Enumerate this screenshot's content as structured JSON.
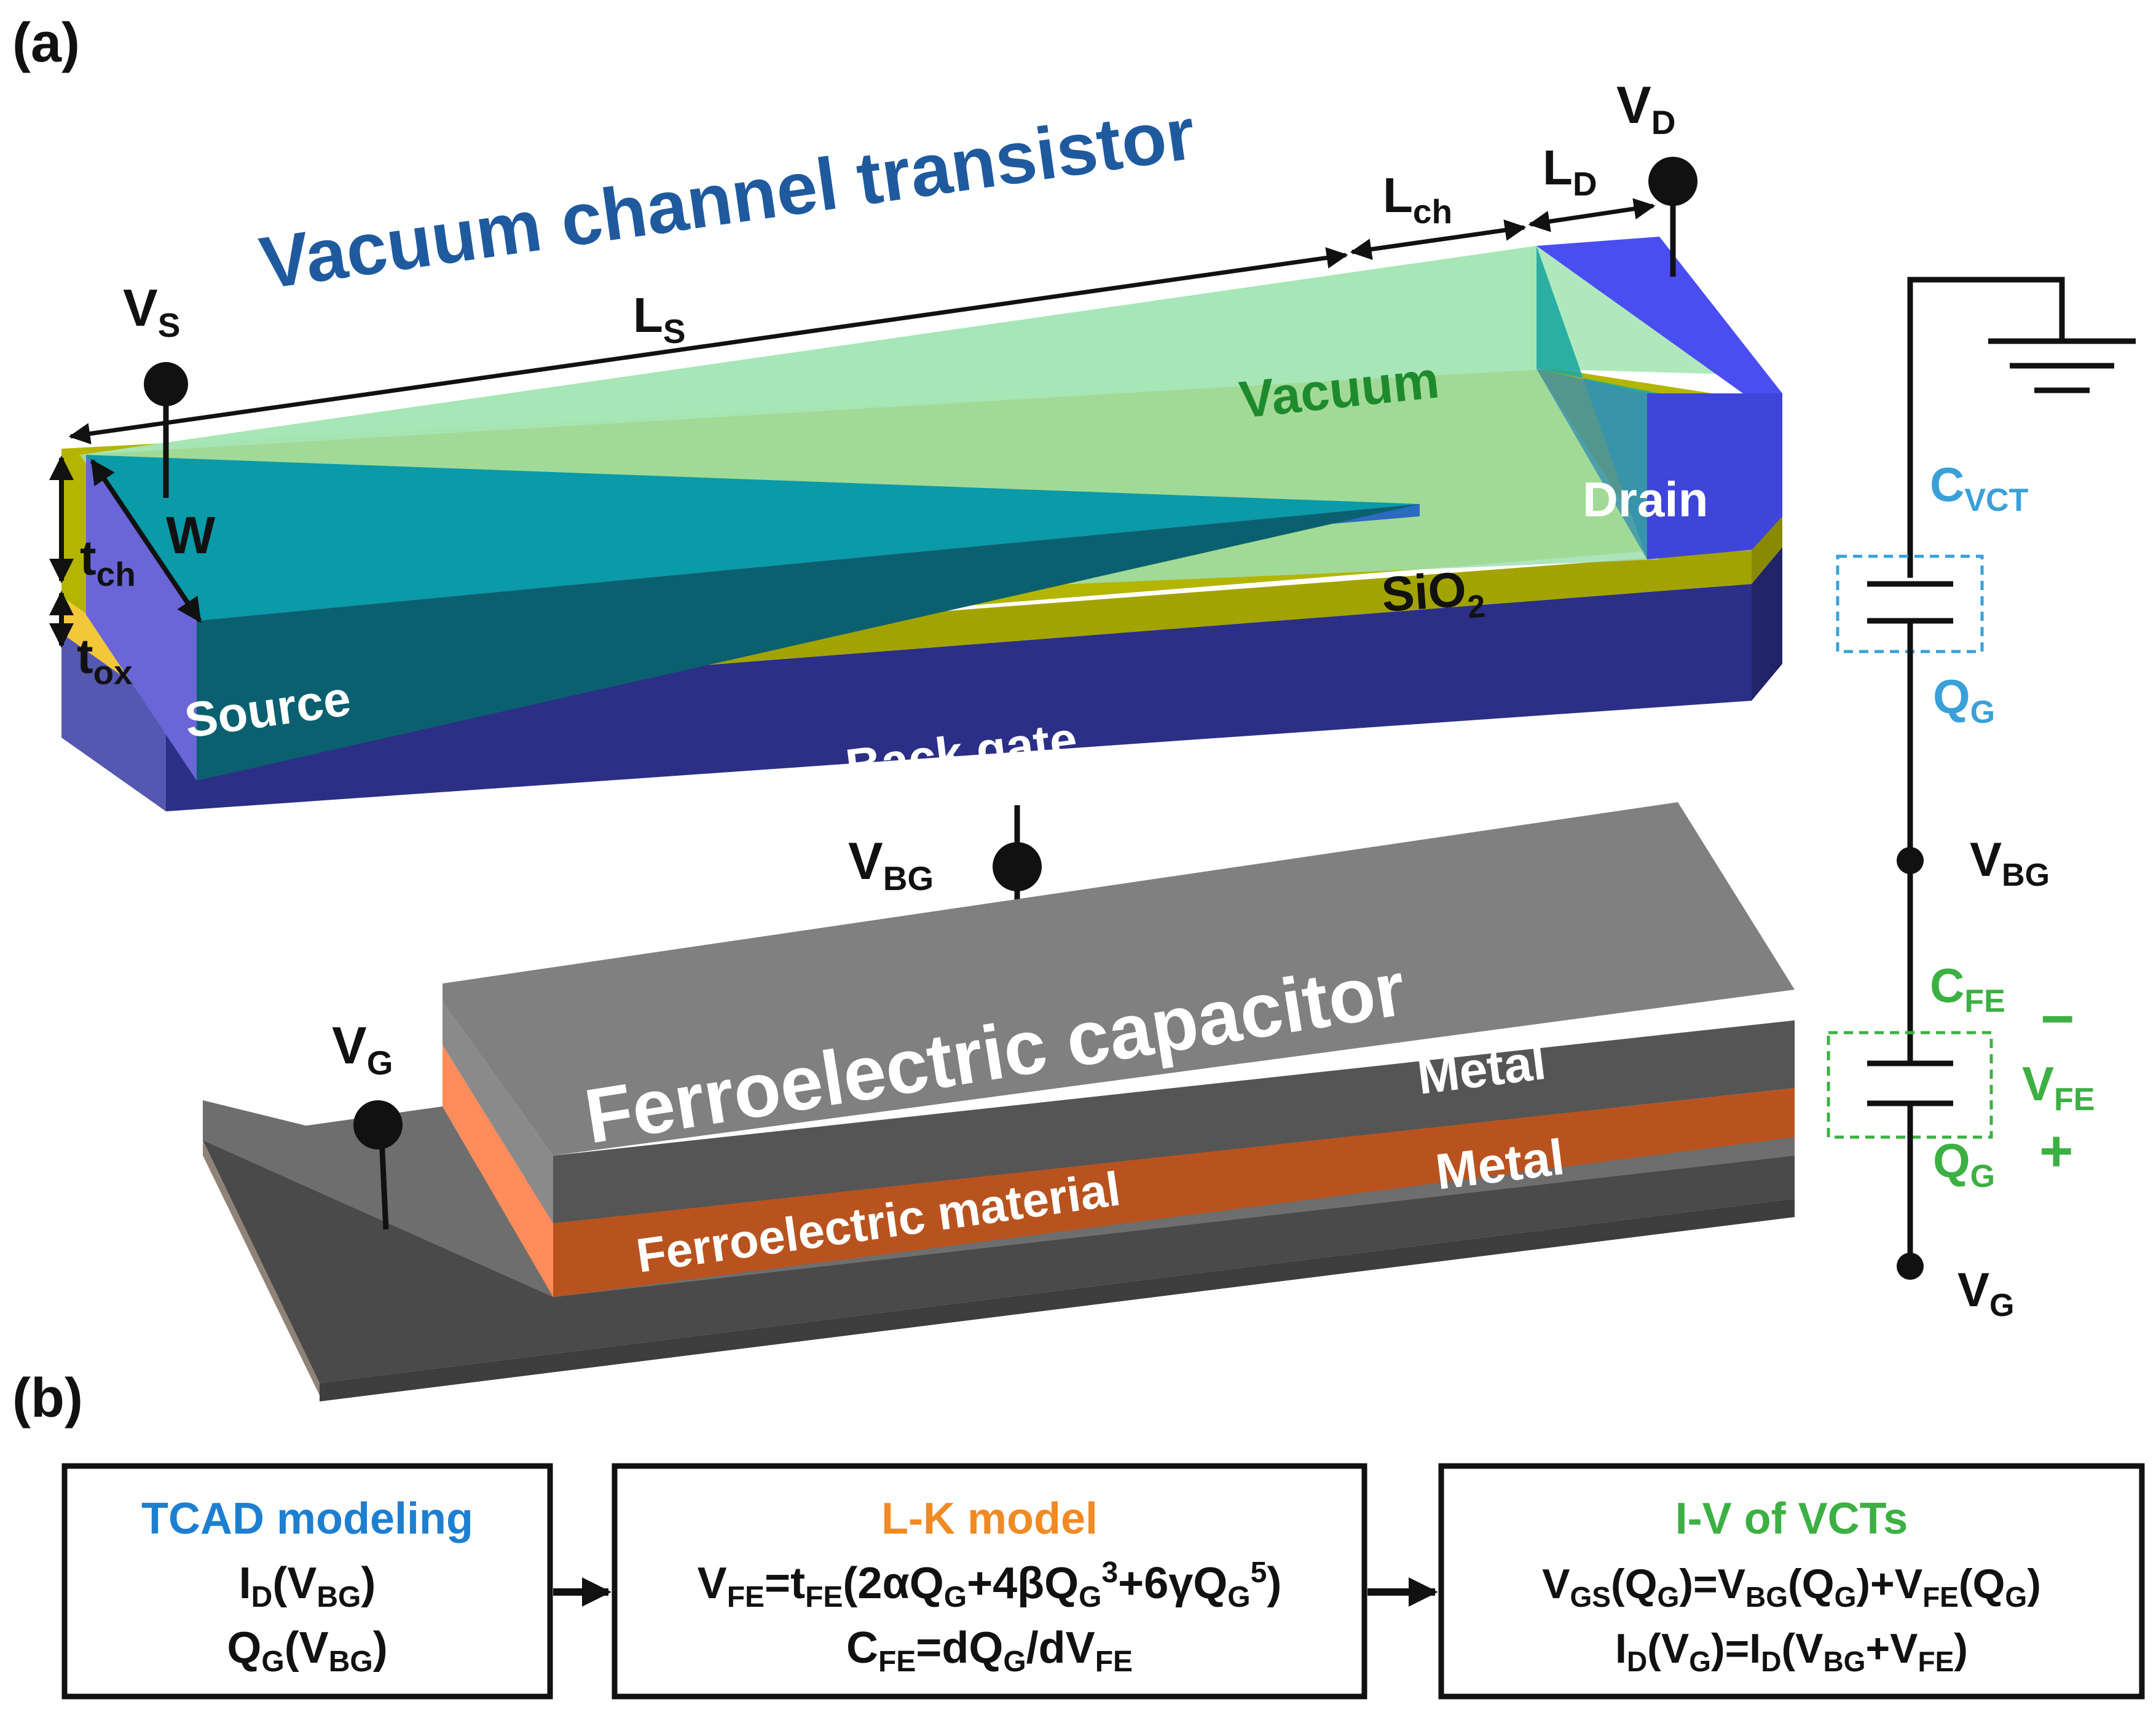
{
  "panel_a_label": "(a)",
  "panel_b_label": "(b)",
  "vct_title": "Vacuum channel transistor",
  "fe_title": "Ferroelectric capacitor",
  "regions": {
    "vacuum": "Vacuum",
    "drain": "Drain",
    "source": "Source",
    "back_gate": "Back gate",
    "sio2": "SiO",
    "sio2_sub": "2",
    "metal_top": "Metal",
    "metal_bottom": "Metal",
    "ferro_material": "Ferroelectric material"
  },
  "dimensions": {
    "ls": "L",
    "ls_sub": "S",
    "lch": "L",
    "lch_sub": "ch",
    "ld": "L",
    "ld_sub": "D",
    "w": "W",
    "tch": "t",
    "tch_sub": "ch",
    "tox": "t",
    "tox_sub": "ox"
  },
  "terminals": {
    "vs": "V",
    "vs_sub": "S",
    "vd": "V",
    "vd_sub": "D",
    "vbg": "V",
    "vbg_sub": "BG",
    "vg": "V",
    "vg_sub": "G"
  },
  "circuit": {
    "cvct": "C",
    "cvct_sub": "VCT",
    "qg1": "Q",
    "qg1_sub": "G",
    "vbg": "V",
    "vbg_sub": "BG",
    "cfe": "C",
    "cfe_sub": "FE",
    "minus": "−",
    "vfe": "V",
    "vfe_sub": "FE",
    "plus": "+",
    "qg2": "Q",
    "qg2_sub": "G",
    "vg": "V",
    "vg_sub": "G"
  },
  "flow": {
    "box1": {
      "title": "TCAD modeling",
      "line1": [
        "I",
        "D",
        "(V",
        "BG",
        ")"
      ],
      "line2": [
        "Q",
        "G",
        "(V",
        "BG",
        ")"
      ]
    },
    "box2": {
      "title": "L-K model",
      "line1": [
        "V",
        "FE",
        "=t",
        "FE",
        "(2αQ",
        "G",
        "+4βQ",
        "G",
        "3",
        "+6γQ",
        "G",
        "5",
        ")"
      ],
      "line2": [
        "C",
        "FE",
        "=dQ",
        "G",
        "/dV",
        "FE"
      ]
    },
    "box3": {
      "title": "I-V of VCTs",
      "line1": [
        "V",
        "GS",
        "(Q",
        "G",
        ")=V",
        "BG",
        "(Q",
        "G",
        ")+V",
        "FE",
        "(Q",
        "G",
        ")"
      ],
      "line2": [
        "I",
        "D",
        "(V",
        "G",
        ")=I",
        "D",
        "(V",
        "BG",
        "+V",
        "FE",
        ")"
      ]
    }
  },
  "colors": {
    "title_blue": "#1f5a9e",
    "vacuum_green": "#1e8a2e",
    "circuit_blue": "#3aa0d8",
    "circuit_green": "#3cb043",
    "lk_orange": "#f08a24",
    "back_gate": "#2c2f86",
    "drain": "#4a4ef0",
    "sio2": "#a8aa00",
    "metal": "#5a5a5a",
    "ferro": "#b8531f"
  }
}
